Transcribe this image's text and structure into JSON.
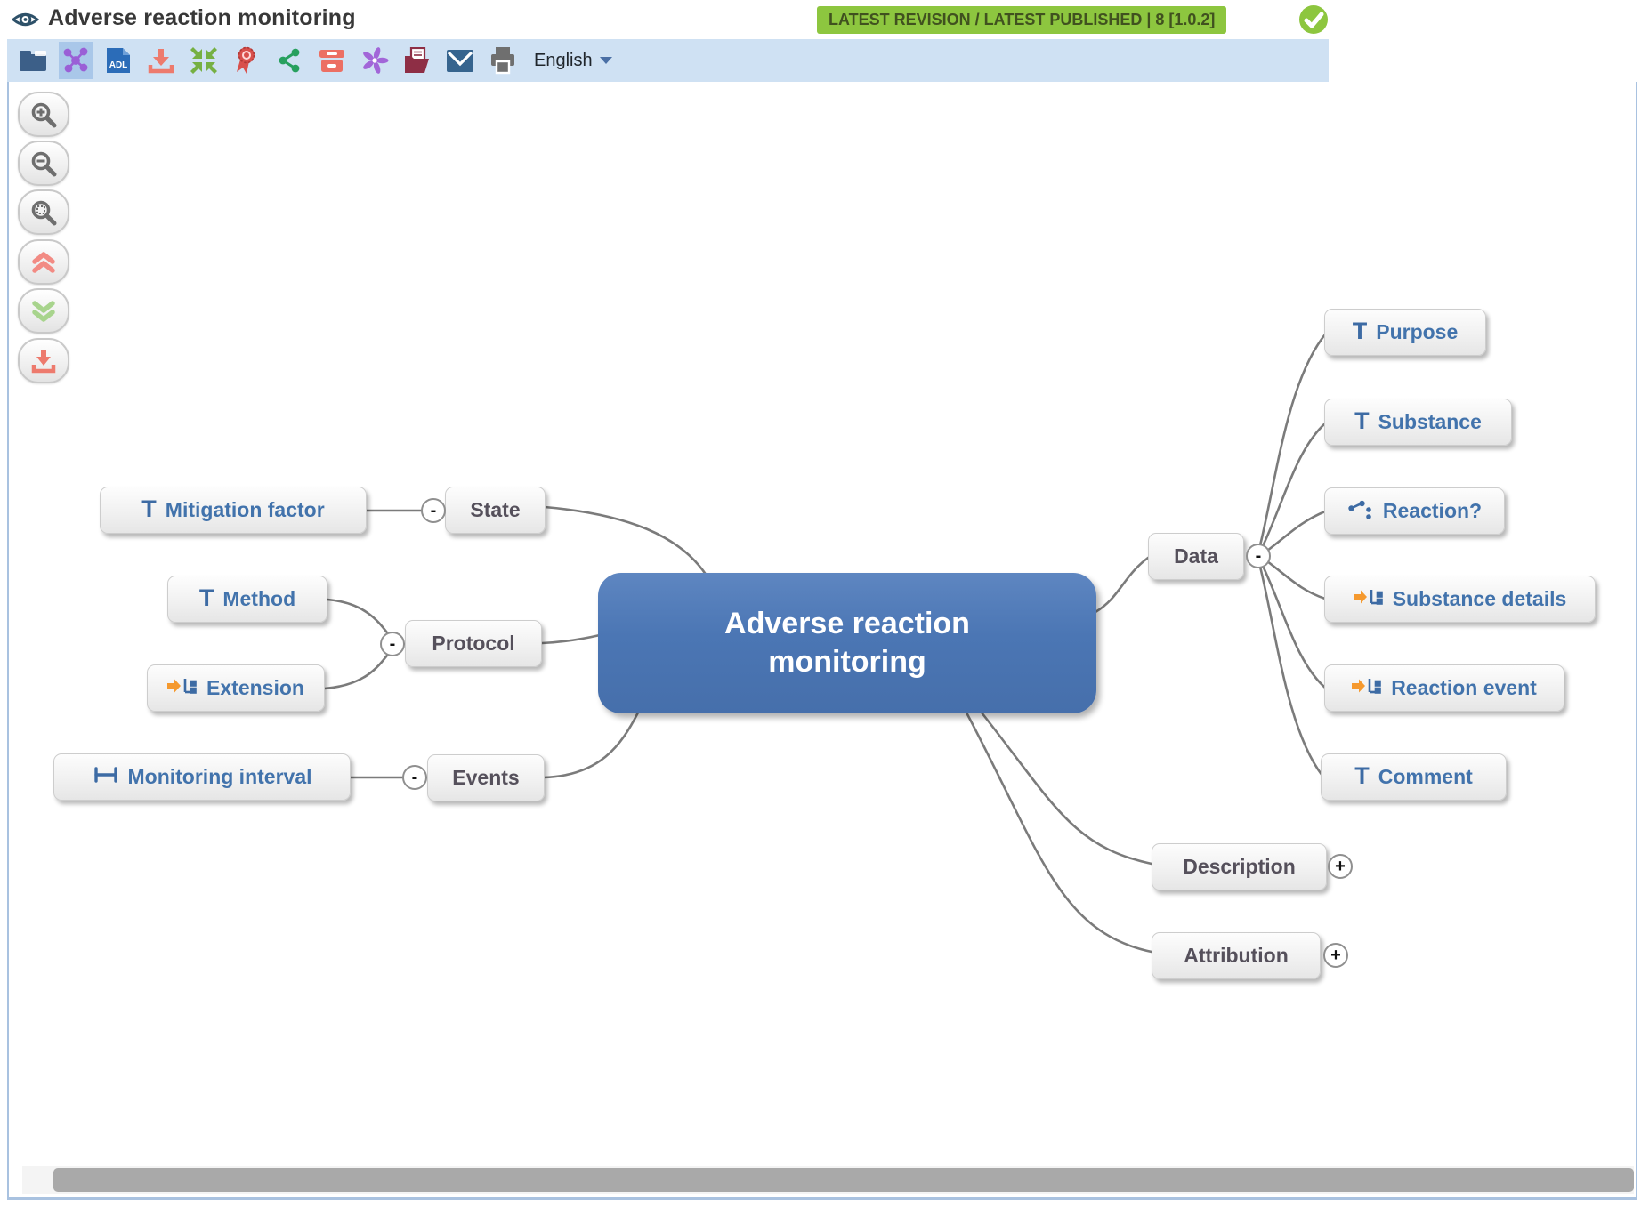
{
  "header": {
    "title": "Adverse reaction monitoring",
    "badge": "LATEST REVISION / LATEST PUBLISHED | 8 [1.0.2]"
  },
  "toolbar": {
    "language": "English",
    "icons": [
      {
        "icon": "folder-icon",
        "selected": false
      },
      {
        "icon": "mindmap-icon",
        "selected": true
      },
      {
        "icon": "adl-icon",
        "selected": false
      },
      {
        "icon": "download-icon",
        "selected": false
      },
      {
        "icon": "collapse-icon",
        "selected": false
      },
      {
        "icon": "award-icon",
        "selected": false
      },
      {
        "icon": "share-icon",
        "selected": false
      },
      {
        "icon": "archive-icon",
        "selected": false
      },
      {
        "icon": "spiral-icon",
        "selected": false
      },
      {
        "icon": "report-folder-icon",
        "selected": false
      },
      {
        "icon": "mail-icon",
        "selected": false
      },
      {
        "icon": "print-icon",
        "selected": false
      }
    ]
  },
  "zoom_controls": {
    "icons": [
      "zoom-in-icon",
      "zoom-out-icon",
      "zoom-fit-icon",
      "collapse-branches-icon",
      "expand-branches-icon",
      "download-image-icon"
    ]
  },
  "icons": {
    "text_glyph": "T"
  },
  "mindmap": {
    "root": "Adverse reaction monitoring",
    "branches": [
      {
        "label": "State",
        "side": "left",
        "state": "expanded",
        "toggle": "-",
        "children": [
          {
            "label": "Mitigation factor",
            "icon": "text-icon"
          }
        ]
      },
      {
        "label": "Protocol",
        "side": "left",
        "state": "expanded",
        "toggle": "-",
        "children": [
          {
            "label": "Method",
            "icon": "text-icon"
          },
          {
            "label": "Extension",
            "icon": "slot-icon"
          }
        ]
      },
      {
        "label": "Events",
        "side": "left",
        "state": "expanded",
        "toggle": "-",
        "children": [
          {
            "label": "Monitoring interval",
            "icon": "interval-icon"
          }
        ]
      },
      {
        "label": "Data",
        "side": "right",
        "state": "expanded",
        "toggle": "-",
        "children": [
          {
            "label": "Purpose",
            "icon": "text-icon"
          },
          {
            "label": "Substance",
            "icon": "text-icon"
          },
          {
            "label": "Reaction?",
            "icon": "choice-icon"
          },
          {
            "label": "Substance details",
            "icon": "slot-icon"
          },
          {
            "label": "Reaction event",
            "icon": "slot-icon"
          },
          {
            "label": "Comment",
            "icon": "text-icon"
          }
        ]
      },
      {
        "label": "Description",
        "side": "right",
        "state": "collapsed",
        "toggle": "+",
        "children": []
      },
      {
        "label": "Attribution",
        "side": "right",
        "state": "collapsed",
        "toggle": "+",
        "children": []
      }
    ]
  },
  "colors": {
    "badge_green": "#8dc63f",
    "central_node_blue": "#4b76b4",
    "leaf_text_blue": "#4273ac",
    "branch_text_gray": "#55505b",
    "slot_arrow_orange": "#f5992e",
    "toolbar_bg": "#cfe1f3"
  }
}
